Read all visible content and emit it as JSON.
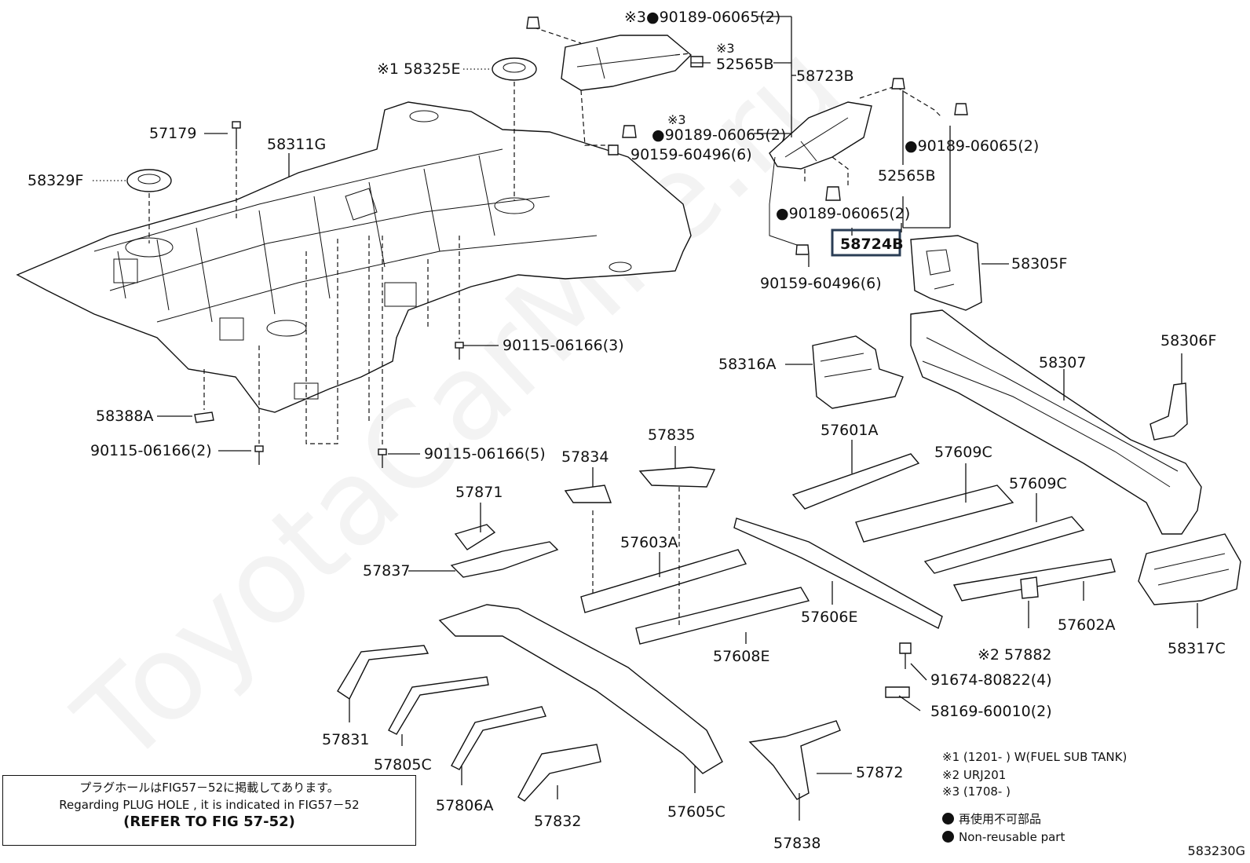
{
  "watermark": "ToyotaCarMile.ru",
  "highlighted_part": "58724B",
  "labels": {
    "p90189_top": "※3●90189-06065(2)",
    "p52565B_top_mark": "※3",
    "p52565B_top": "52565B",
    "p58723B": "58723B",
    "p58325E": "※1 58325E",
    "p90189_mid": "●90189-06065(2)",
    "p90189_mid_mark": "※3",
    "p90159_top": "90159-60496(6)",
    "p57179": "57179",
    "p58311G": "58311G",
    "p58329F": "58329F",
    "p90189_right": "●90189-06065(2)",
    "p52565B_right": "52565B",
    "p90189_lower": "●90189-06065(2)",
    "p58724B": "58724B",
    "p58305F": "58305F",
    "p90159_lower": "90159-60496(6)",
    "p90115_3": "90115-06166(3)",
    "p58316A": "58316A",
    "p58306F": "58306F",
    "p58307": "58307",
    "p58388A": "58388A",
    "p90115_2": "90115-06166(2)",
    "p90115_5": "90115-06166(5)",
    "p57601A": "57601A",
    "p57609C_a": "57609C",
    "p57609C_b": "57609C",
    "p57835": "57835",
    "p57834": "57834",
    "p57871": "57871",
    "p57603A": "57603A",
    "p57837": "57837",
    "p57606E": "57606E",
    "p57602A": "57602A",
    "p57882": "※2 57882",
    "p58317C": "58317C",
    "p57608E": "57608E",
    "p91674": "91674-80822(4)",
    "p58169": "58169-60010(2)",
    "p57831": "57831",
    "p57805C": "57805C",
    "p57806A": "57806A",
    "p57832": "57832",
    "p57605C": "57605C",
    "p57872": "57872",
    "p57838": "57838"
  },
  "notes": {
    "line1": "プラグホールはFIG57－52に掲載してあります。",
    "line2": "Regarding  PLUG HOLE , it is indicated in FIG57－52",
    "line3": "(REFER TO FIG 57-52)"
  },
  "legend": {
    "n1": "※1 (1201-      ) W(FUEL SUB TANK)",
    "n2": "※2 URJ201",
    "n3": "※3 (1708-      )",
    "jp": "再使用不可部品",
    "en": "Non-reusable part"
  },
  "diagram_code": "583230G"
}
